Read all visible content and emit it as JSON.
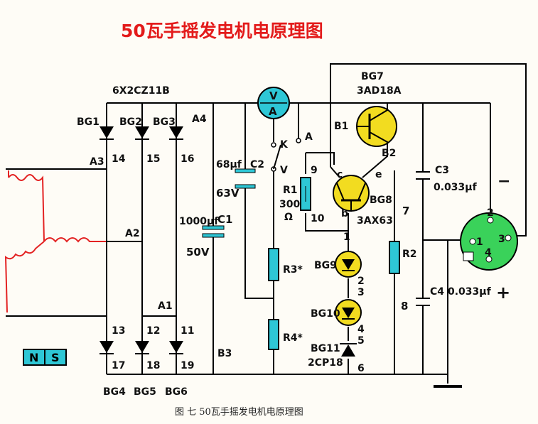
{
  "title": "50瓦手摇发电机电原理图",
  "caption": "图 七    50瓦手摇发电机电原理图",
  "rectifier_model": "6X2CZ11B",
  "diodes_top": [
    "BG1",
    "BG2",
    "BG3"
  ],
  "diodes_bottom": [
    "BG4",
    "BG5",
    "BG6"
  ],
  "terminal_numbers": [
    "14",
    "15",
    "16",
    "13",
    "12",
    "11",
    "17",
    "18",
    "19",
    "1",
    "2",
    "3",
    "4",
    "5",
    "6",
    "7",
    "8",
    "9",
    "10"
  ],
  "nodes": {
    "a1": "A1",
    "a2": "A2",
    "a3": "A3",
    "a4": "A4",
    "a": "A",
    "b1": "B1",
    "b2": "B2",
    "b3": "B3"
  },
  "meter": {
    "v": "V",
    "a": "A"
  },
  "switch": {
    "k": "K",
    "v": "V"
  },
  "components": {
    "bg7": "BG7",
    "bg7_model": "3AD18A",
    "bg8": "BG8",
    "bg8_model": "3AX63",
    "c": "c",
    "e": "e",
    "b": "b",
    "c1_value": "1000μf",
    "c1": "C1",
    "c1_voltage": "50V",
    "c2_value": "68μf",
    "c2": "C2",
    "c2_voltage": "63V",
    "c3": "C3",
    "c3_value": "0.033μf",
    "c4": "C4",
    "c4_value": "0.033μf",
    "r1": "R1",
    "r1_value": "300",
    "r1_unit": "Ω",
    "r2": "R2",
    "r3": "R3*",
    "r4": "R4*",
    "bg9": "BG9",
    "bg10": "BG10",
    "bg11": "BG11",
    "bg11_model": "2CP18"
  },
  "socket": {
    "pin1": "1",
    "pin2": "2",
    "pin3": "3",
    "pin4": "4",
    "minus": "−",
    "plus": "+"
  },
  "magnet": {
    "n": "N",
    "s": "S"
  },
  "colors": {
    "title": "#e31b1b",
    "component_fill": "#2ec7d6",
    "lamp_fill": "#f2dc20",
    "socket_fill": "#3ad25a",
    "coil": "#e32222"
  }
}
